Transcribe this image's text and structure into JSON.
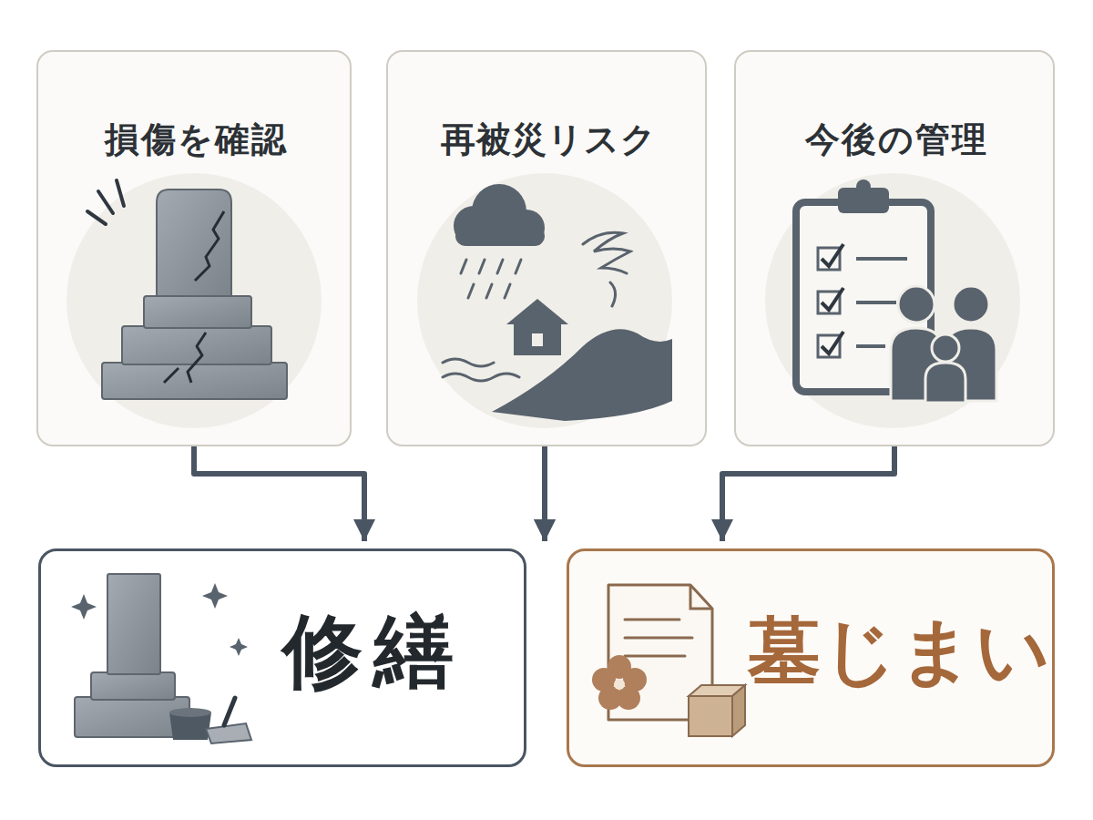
{
  "diagram": {
    "nodes": [
      {
        "text": [
          "損傷を確認"
        ]
      },
      {
        "text": [
          "再被災リスク"
        ]
      },
      {
        "text": [
          "今後の管理"
        ]
      },
      {
        "text": [
          "修繕"
        ]
      },
      {
        "text": [
          "墓じまい"
        ]
      }
    ],
    "edges": [
      {
        "from": 0,
        "to": 3,
        "arrow": "to"
      },
      {
        "from": 1,
        "to": 3,
        "arrow": "to"
      },
      {
        "from": 1,
        "to": 4,
        "arrow": "to"
      },
      {
        "from": 2,
        "to": 4,
        "arrow": "to"
      }
    ]
  }
}
